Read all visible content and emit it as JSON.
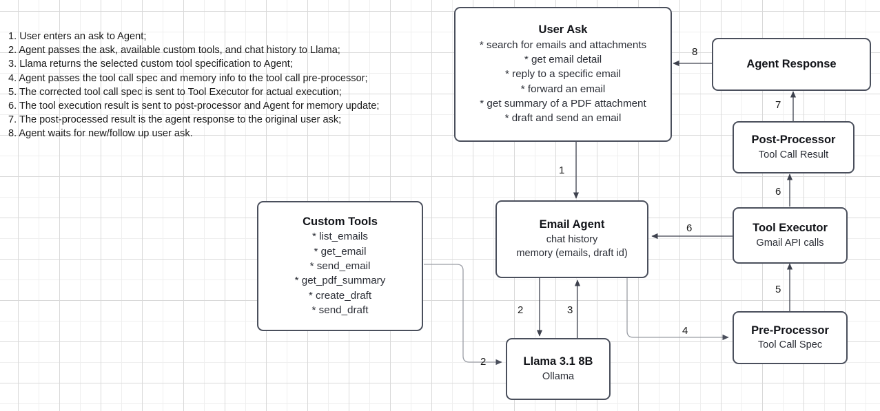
{
  "legend": {
    "name": "process-steps",
    "steps": [
      "1. User enters an ask to Agent;",
      "2. Agent passes the ask, available custom tools, and chat history to Llama;",
      "3. Llama returns the selected custom tool specification to Agent;",
      "4. Agent passes the tool call spec and memory info to the tool call pre-processor;",
      "5. The corrected tool call spec is sent to Tool Executor for actual execution;",
      "6. The tool execution result is sent to post-processor and Agent for memory update;",
      "7. The post-processed result is the agent response to the original user ask;",
      "8. Agent waits for new/follow up user ask."
    ]
  },
  "nodes": {
    "user_ask": {
      "title": "User Ask",
      "lines": [
        "* search for emails and attachments",
        "* get email detail",
        "* reply to a specific email",
        "* forward an email",
        "* get summary of a PDF attachment",
        "* draft and send an email"
      ]
    },
    "agent_response": {
      "title": "Agent Response",
      "lines": []
    },
    "post_processor": {
      "title": "Post-Processor",
      "lines": [
        "Tool Call Result"
      ]
    },
    "tool_executor": {
      "title": "Tool Executor",
      "lines": [
        "Gmail API calls"
      ]
    },
    "pre_processor": {
      "title": "Pre-Processor",
      "lines": [
        "Tool Call Spec"
      ]
    },
    "email_agent": {
      "title": "Email Agent",
      "lines": [
        "chat history",
        "memory (emails, draft id)"
      ]
    },
    "custom_tools": {
      "title": "Custom Tools",
      "lines": [
        "* list_emails",
        "* get_email",
        "* send_email",
        "* get_pdf_summary",
        "* create_draft",
        "* send_draft"
      ]
    },
    "llama": {
      "title": "Llama 3.1 8B",
      "lines": [
        "Ollama"
      ]
    }
  },
  "edges": [
    {
      "id": "user-ask-to-email-agent",
      "label": "1"
    },
    {
      "id": "email-agent-to-llama",
      "label": "2"
    },
    {
      "id": "custom-tools-to-llama",
      "label": "2"
    },
    {
      "id": "llama-to-email-agent",
      "label": "3"
    },
    {
      "id": "email-agent-to-pre-processor",
      "label": "4"
    },
    {
      "id": "pre-processor-to-tool-executor",
      "label": "5"
    },
    {
      "id": "tool-executor-to-email-agent",
      "label": "6"
    },
    {
      "id": "tool-executor-to-post-processor",
      "label": "6"
    },
    {
      "id": "post-processor-to-agent-response",
      "label": "7"
    },
    {
      "id": "agent-response-to-user-ask",
      "label": "8"
    }
  ],
  "colors": {
    "node_border": "#4a4f5c",
    "node_fill": "#ffffff",
    "edge_dark": "#3d414d",
    "edge_light": "#9a9da5",
    "grid_minor": "#efefef",
    "grid_major": "#d9d9d9",
    "text": "#1a1a1a"
  }
}
